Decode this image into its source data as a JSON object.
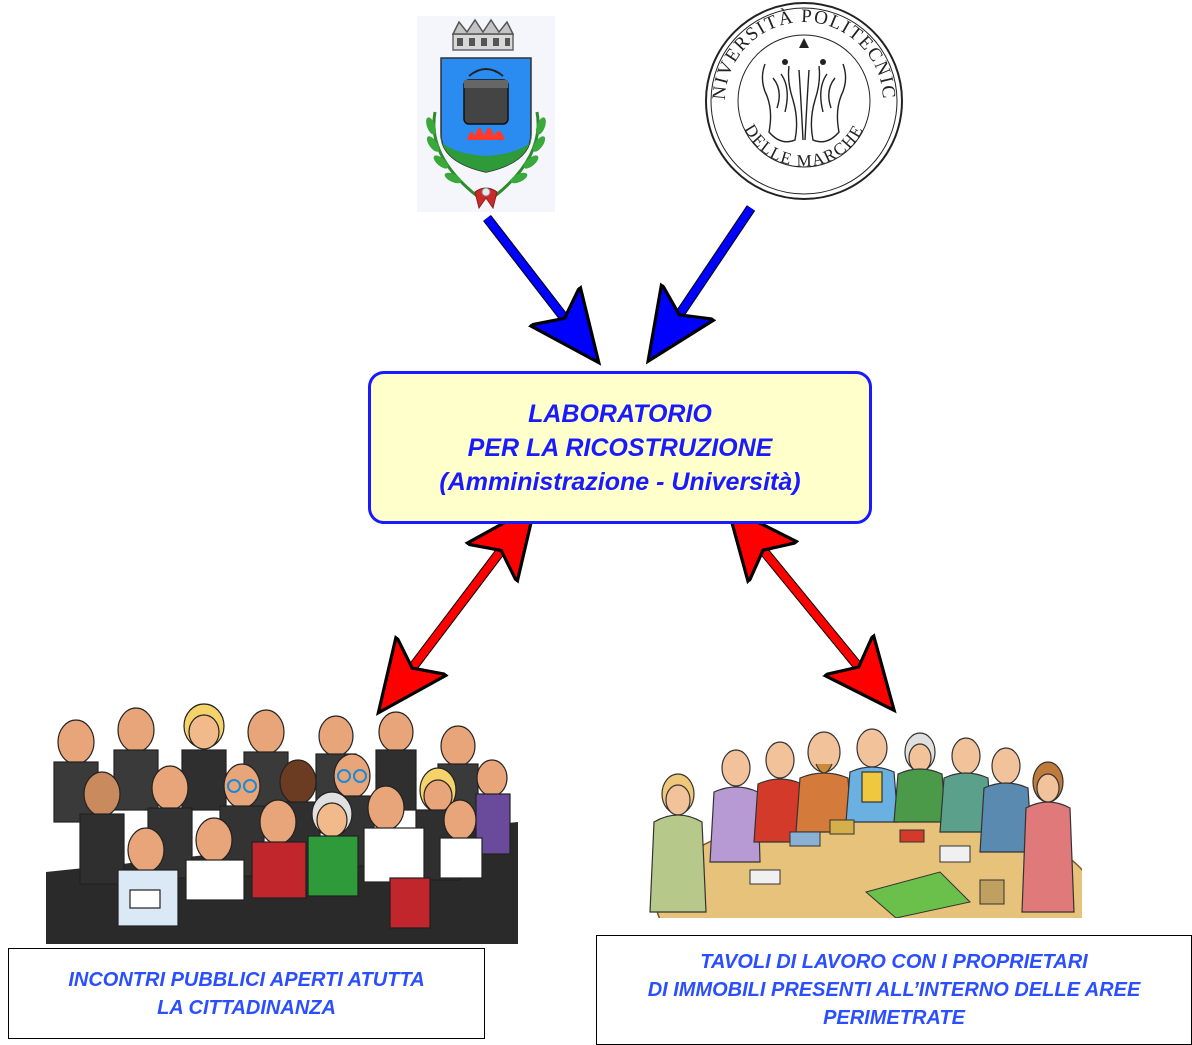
{
  "logos": {
    "municipal": {
      "icon": "municipal-coat-of-arms-icon"
    },
    "university": {
      "icon": "university-seal-icon",
      "seal_text_top": "UNIVERSITÀ POLITECNICA",
      "seal_text_bottom": "DELLE MARCHE"
    }
  },
  "center_box": {
    "lines": [
      "LABORATORIO",
      "PER LA RICOSTRUZIONE",
      "(Amministrazione - Università)"
    ],
    "text_color": "#1a1aff",
    "fill_color": "#ffffcc"
  },
  "arrows": {
    "inbound_color": "#0000ff",
    "bidirectional_color": "#ff0000"
  },
  "captions": {
    "left": {
      "lines": [
        "INCONTRI PUBBLICI APERTI ATUTTA",
        "LA CITTADINANZA"
      ]
    },
    "right": {
      "lines": [
        "TAVOLI DI LAVORO  CON I PROPRIETARI",
        "DI  IMMOBILI PRESENTI ALL’INTERNO DELLE AREE",
        "PERIMETRATE"
      ]
    },
    "text_color": "#2b4fff"
  },
  "illustrations": {
    "left": "audience-crowd-icon",
    "right": "round-table-meeting-icon"
  }
}
